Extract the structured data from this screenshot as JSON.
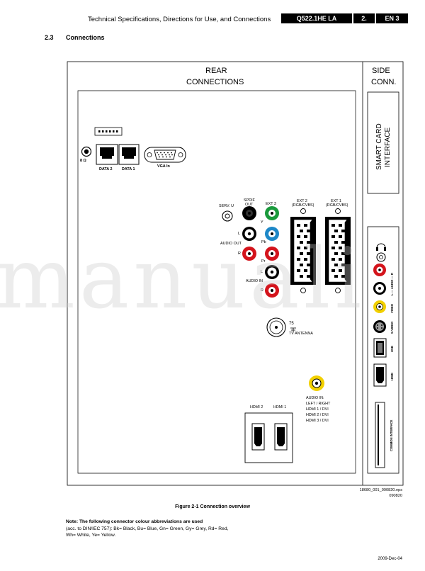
{
  "header": {
    "title": "Technical Specifications, Directions for Use, and Connections",
    "model": "Q522.1HE LA",
    "chapter": "2.",
    "page": "EN 3"
  },
  "section": {
    "number": "2.3",
    "title": "Connections"
  },
  "panels": {
    "rear_line1": "REAR",
    "rear_line2": "CONNECTIONS",
    "side_line1": "SIDE",
    "side_line2": "CONN.",
    "smart_card_line1": "SMART CARD",
    "smart_card_line2": "INTERFACE"
  },
  "rear_labels": {
    "speaker": "8 Ω",
    "data2": "DATA 2",
    "data1": "DATA 1",
    "vga": "VGA In",
    "serv": "SERV. U",
    "spdif_line1": "SPDIF",
    "spdif_line2": "OUT",
    "ext3": "EXT 3",
    "ext2_line1": "EXT 2",
    "ext2_line2": "(RGB/CVBS)",
    "ext1_line1": "EXT 1",
    "ext1_line2": "(RGB/CVBS)",
    "y": "Y",
    "pb": "Pb",
    "pr": "Pr",
    "l_out": "L",
    "r_out": "R",
    "audio_out": "AUDIO OUT",
    "l_in": "L",
    "r_in": "R",
    "audio_in": "AUDIO IN",
    "antenna_ohm": "75",
    "tv_antenna": "TV ANTENNA",
    "audio_in_dvi_1": "AUDIO IN:",
    "audio_in_dvi_2": "LEFT / RIGHT",
    "audio_in_dvi_3": "HDMI 1 / DVI",
    "audio_in_dvi_4": "HDMI 2 / DVI",
    "audio_in_dvi_5": "HDMI 3 / DVI",
    "hdmi2": "HDMI 2",
    "hdmi1": "HDMI 1"
  },
  "side_labels": {
    "audio": "L — AUDIO — R",
    "video": "VIDEO",
    "svideo": "S-VIDEO",
    "usb": "USB",
    "hdmi": "HDMI",
    "common_interface": "COMMON INTERFACE"
  },
  "figure": {
    "file_ref": "18680_001_090820.eps",
    "file_date": "090820",
    "caption": "Figure 2-1 Connection overview"
  },
  "note": {
    "heading": "Note: The following connector colour abbreviations are used",
    "body": "(acc. to DIN/IEC 757): Bk= Black, Bu= Blue, Gn= Green, Gy= Grey, Rd= Red, Wh= White, Ye= Yellow."
  },
  "footer": {
    "date": "2009-Dec-04"
  },
  "watermark": "manuali",
  "colors": {
    "black": "#000000",
    "white": "#ffffff",
    "red": "#d4141c",
    "green": "#1a9a3c",
    "blue": "#1e88c8",
    "yellow": "#f2d000",
    "grey": "#9a9a9a"
  }
}
